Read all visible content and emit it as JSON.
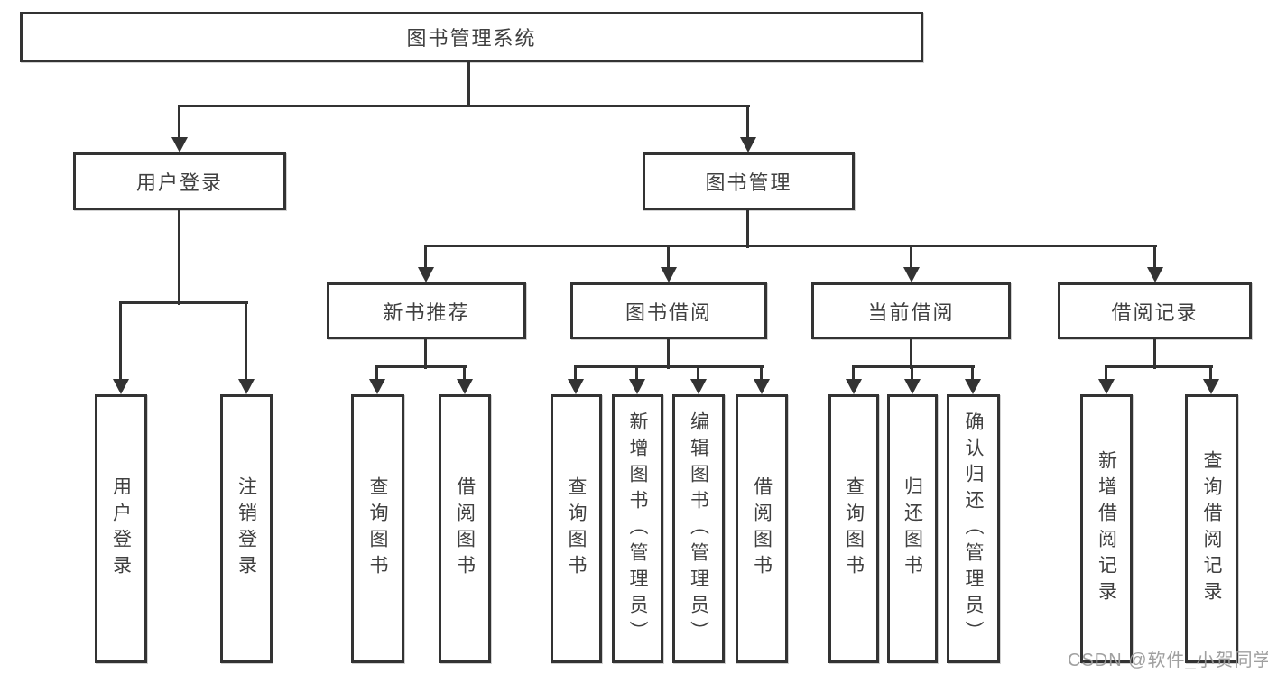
{
  "diagram": {
    "title": "图书管理系统",
    "level1": {
      "user_login": "用户登录",
      "book_mgmt": "图书管理"
    },
    "level2": {
      "new_books": "新书推荐",
      "book_borrow": "图书借阅",
      "current_borrow": "当前借阅",
      "borrow_records": "借阅记录"
    },
    "leaves": {
      "user_login": "用户登录",
      "logout": "注销登录",
      "nb_query_books": "查询图书",
      "nb_borrow_books": "借阅图书",
      "bb_query_books": "查询图书",
      "bb_add_books": "新增图书（管理员）",
      "bb_edit_books": "编辑图书（管理员）",
      "bb_borrow_books": "借阅图书",
      "cb_query_books": "查询图书",
      "cb_return_books": "归还图书",
      "cb_confirm_return": "确认归还（管理员）",
      "br_add_record": "新增借阅记录",
      "br_query_record": "查询借阅记录"
    }
  },
  "watermark": "CSDN @软件_小贺同学",
  "colors": {
    "line": "#333333",
    "text": "#404040",
    "watermark": "#9b9b9b",
    "background": "#ffffff"
  }
}
